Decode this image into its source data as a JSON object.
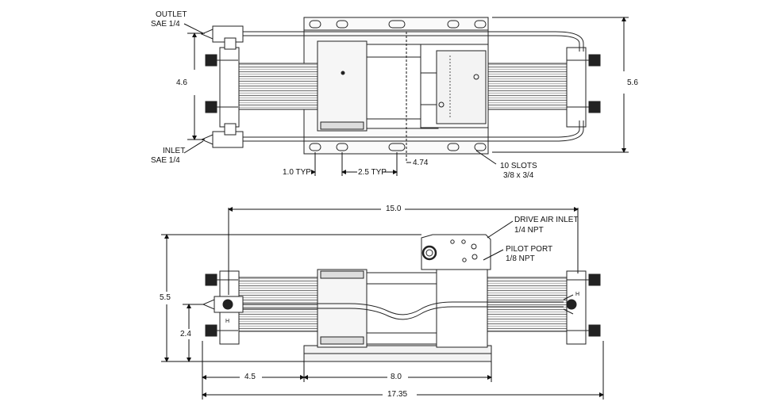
{
  "top_view": {
    "outlet_label": "OUTLET",
    "outlet_size": "SAE 1/4",
    "inlet_label": "INLET",
    "inlet_size": "SAE 1/4",
    "dim_height_inner": "4.6",
    "dim_height_outer": "5.6",
    "dim_slot_offset": "1.0 TYP",
    "dim_slot_pitch": "2.5 TYP",
    "dim_center": "4.74",
    "slots_label": "10 SLOTS",
    "slots_size": "3/8 x 3/4"
  },
  "side_view": {
    "dim_overall_top": "15.0",
    "drive_air_label": "DRIVE AIR INLET",
    "drive_air_size": "1/4 NPT",
    "pilot_label": "PILOT PORT",
    "pilot_size": "1/8 NPT",
    "dim_height": "5.5",
    "dim_port_height": "2.4",
    "dim_left_offset": "4.5",
    "dim_base": "8.0",
    "dim_overall": "17.35",
    "port_marker_left": "H",
    "port_marker_right": "H"
  }
}
